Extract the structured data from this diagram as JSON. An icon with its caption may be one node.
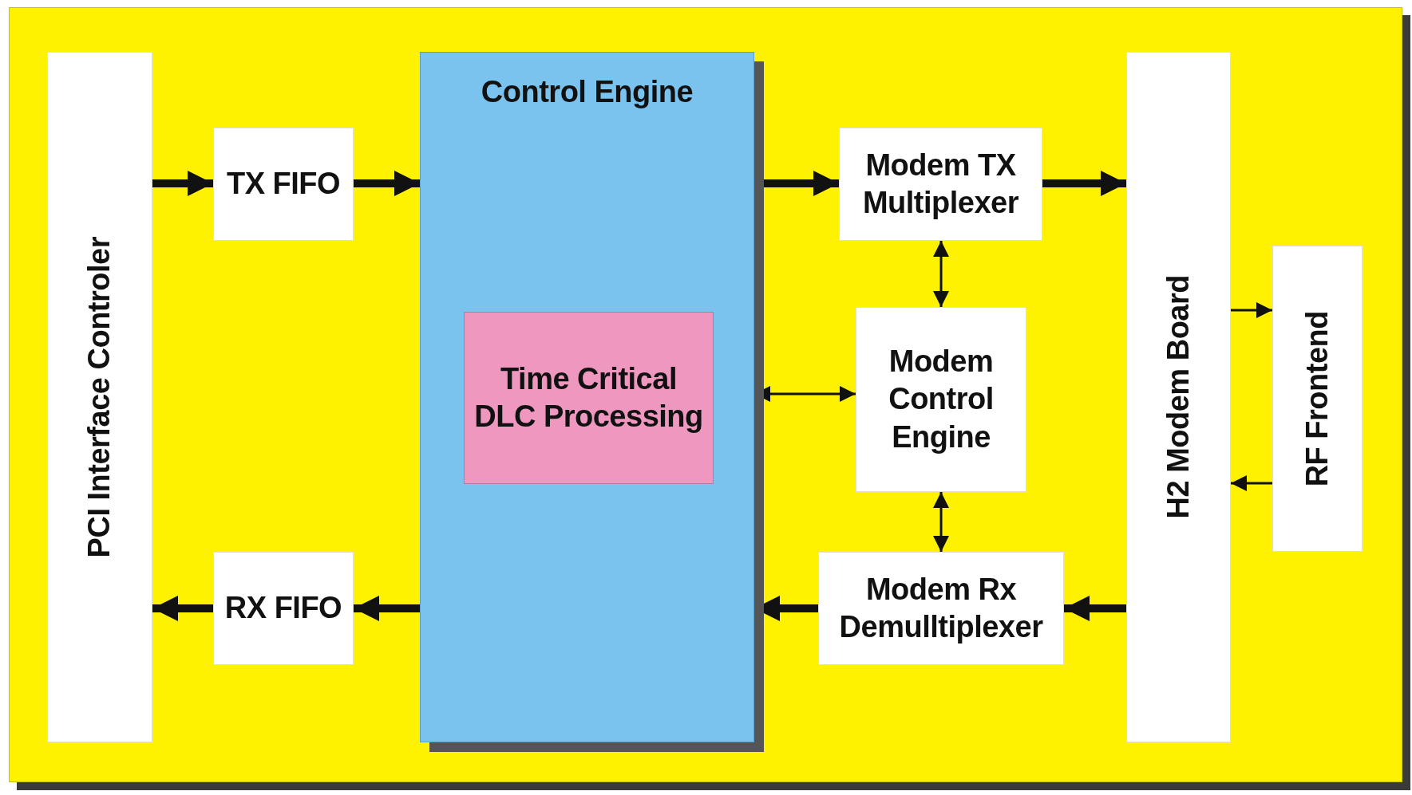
{
  "diagram": {
    "nodes": [
      {
        "text": [
          "PCI Interface Controler"
        ]
      },
      {
        "text": [
          "TX FIFO"
        ]
      },
      {
        "text": [
          "RX FIFO"
        ]
      },
      {
        "text": [
          "Control Engine"
        ]
      },
      {
        "text": [
          "Time Critical DLC Processing"
        ],
        "in": 3
      },
      {
        "text": [
          "Modem TX Multiplexer"
        ]
      },
      {
        "text": [
          "Modem Control Engine"
        ]
      },
      {
        "text": [
          "Modem Rx Demulltiplexer"
        ]
      },
      {
        "text": [
          "H2 Modem Board"
        ]
      },
      {
        "text": [
          "RF Frontend"
        ]
      }
    ],
    "edges": [
      {
        "from": 0,
        "to": 1,
        "arrow": "to"
      },
      {
        "from": 1,
        "to": 3,
        "arrow": "to"
      },
      {
        "from": 3,
        "to": 5,
        "arrow": "to"
      },
      {
        "from": 5,
        "to": 8,
        "arrow": "to"
      },
      {
        "from": 5,
        "to": 6,
        "arrow": "both"
      },
      {
        "from": 3,
        "to": 6,
        "arrow": "both"
      },
      {
        "from": 6,
        "to": 7,
        "arrow": "both"
      },
      {
        "from": 8,
        "to": 7,
        "arrow": "to"
      },
      {
        "from": 7,
        "to": 3,
        "arrow": "to"
      },
      {
        "from": 3,
        "to": 2,
        "arrow": "to"
      },
      {
        "from": 2,
        "to": 0,
        "arrow": "to"
      },
      {
        "from": 8,
        "to": 9,
        "arrow": "to"
      },
      {
        "from": 9,
        "to": 8,
        "arrow": "to"
      }
    ]
  }
}
